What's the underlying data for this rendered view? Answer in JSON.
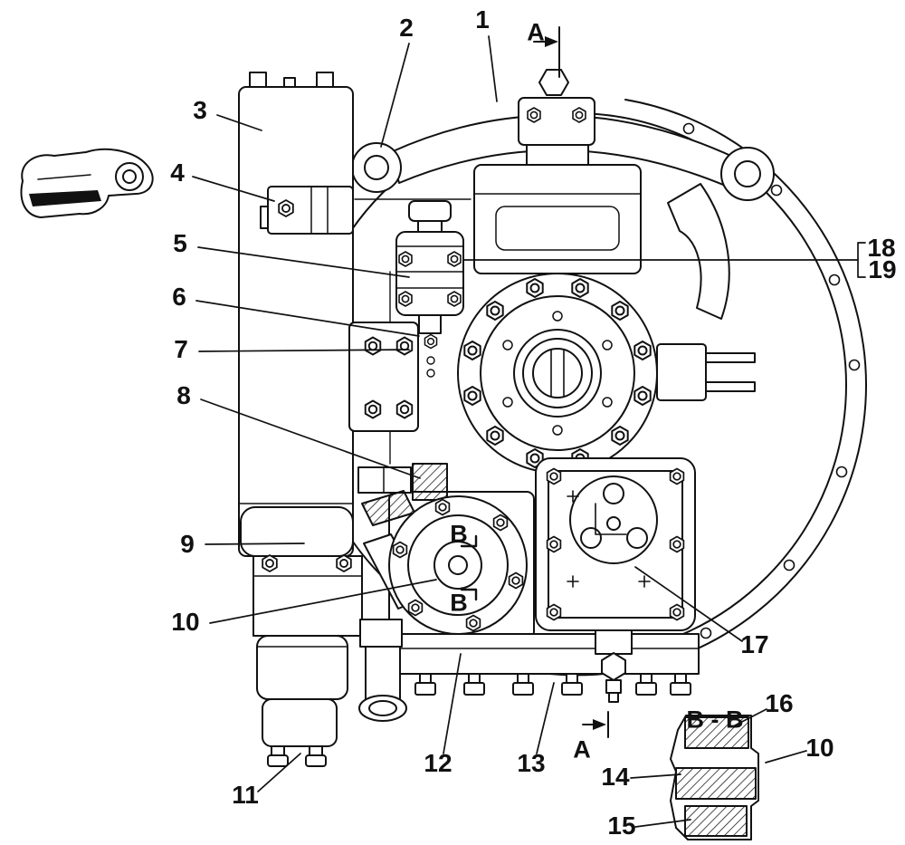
{
  "figure": {
    "kind": "technical-parts-diagram",
    "background_color": "#ffffff",
    "line_color": "#111111",
    "description": "Assembly line drawing of a transmission pump and valve group with numbered part callouts, section cut markers A and B, and a B-B cross-section detail."
  },
  "callouts": {
    "n1": "1",
    "n2": "2",
    "n3": "3",
    "n4": "4",
    "n5": "5",
    "n6": "6",
    "n7": "7",
    "n8": "8",
    "n9": "9",
    "n10": "10",
    "n11": "11",
    "n12": "12",
    "n13": "13",
    "n14": "14",
    "n15": "15",
    "n16": "16",
    "n17": "17",
    "n18": "18",
    "n19": "19",
    "n10_detail": "10"
  },
  "sections": {
    "a_top": "A",
    "a_bottom": "A",
    "b_upper": "B",
    "b_lower": "B",
    "bb_title": "B - B"
  }
}
